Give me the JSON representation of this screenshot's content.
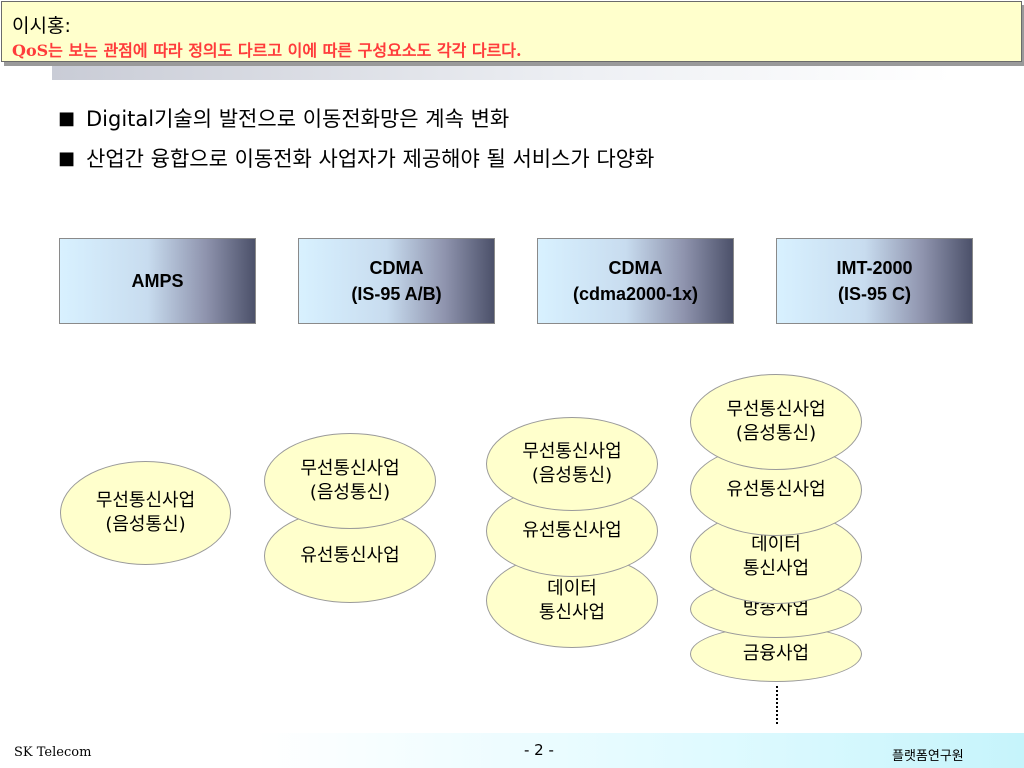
{
  "comment": {
    "author": "이시홍:",
    "text": "QoS는 보는 관점에 따라 정의도 다르고 이에 따른 구성요소도 각각 다르다."
  },
  "bullets": [
    "Digital기술의 발전으로 이동전화망은 계속 변화",
    "산업간 융합으로 이동전화 사업자가 제공해야 될 서비스가 다양화"
  ],
  "bullet_marker": "■",
  "generations": [
    {
      "line1": "AMPS",
      "line2": ""
    },
    {
      "line1": "CDMA",
      "line2": "(IS-95 A/B)"
    },
    {
      "line1": "CDMA",
      "line2": "(cdma2000-1x)"
    },
    {
      "line1": "IMT-2000",
      "line2": "(IS-95 C)"
    }
  ],
  "services": {
    "wireless_line1": "무선통신사업",
    "wireless_line2": "(음성통신)",
    "wired": "유선통신사업",
    "data_line1": "데이터",
    "data_line2": "통신사업",
    "broadcast": "방송사업",
    "finance": "금융사업"
  },
  "footer": {
    "company": "SK Telecom",
    "page": "- 2 -",
    "lab": "플랫폼연구원"
  }
}
